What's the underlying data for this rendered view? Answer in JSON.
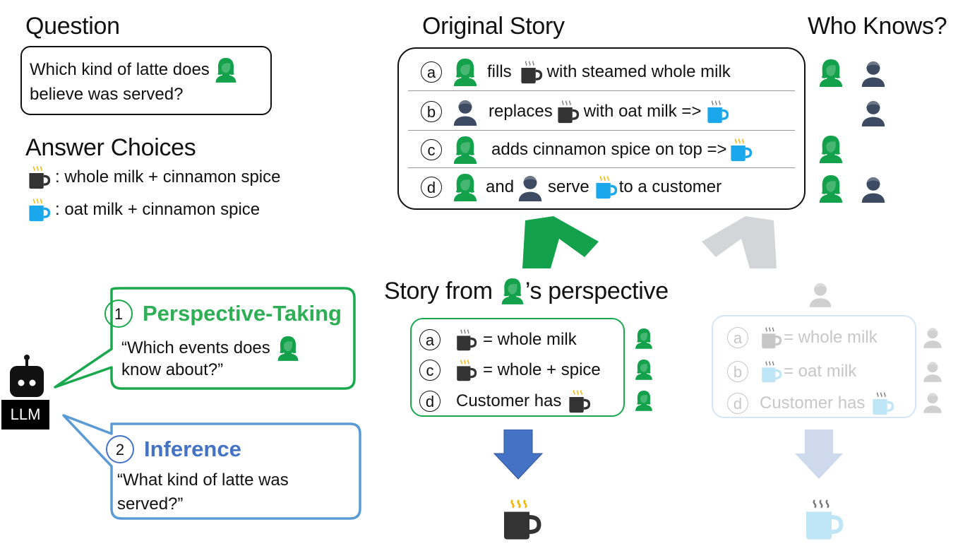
{
  "question": {
    "heading": "Question",
    "text_line1": "Which kind of latte does",
    "text_line2": "believe was served?"
  },
  "answers": {
    "heading": "Answer Choices",
    "choice_a": ": whole milk + cinnamon spice",
    "choice_b": ": oat milk + cinnamon spice"
  },
  "original_story": {
    "heading": "Original Story",
    "who_knows": "Who Knows?",
    "events": [
      {
        "label": "a",
        "w1": "fills",
        "w2": "with steamed whole milk"
      },
      {
        "label": "b",
        "w1": "replaces",
        "w2": "with oat milk =>"
      },
      {
        "label": "c",
        "w1": "adds cinnamon spice on top =>"
      },
      {
        "label": "d",
        "w1": "and",
        "w2": "serve",
        "w3": "to a customer"
      }
    ]
  },
  "perspective": {
    "heading_a": "Story from",
    "heading_b": "’s perspective",
    "events": [
      {
        "label": "a",
        "text": "= whole milk"
      },
      {
        "label": "c",
        "text": "= whole + spice"
      },
      {
        "label": "d",
        "text": "Customer has"
      }
    ]
  },
  "faded": {
    "events": [
      {
        "label": "a",
        "text": "= whole milk"
      },
      {
        "label": "b",
        "text": "= oat milk"
      },
      {
        "label": "d",
        "text": "Customer has"
      }
    ]
  },
  "llm": {
    "label": "LLM",
    "step1_num": "1",
    "step1_title": "Perspective-Taking",
    "step1_q_line1": "“Which events does",
    "step1_q_line2": "know about?”",
    "step2_num": "2",
    "step2_title": "Inference",
    "step2_q_line1": "“What kind of latte was",
    "step2_q_line2": "served?”"
  },
  "colors": {
    "green": "#13a24b",
    "green_box": "#1aa84f",
    "navy": "#3d4b62",
    "blue_box": "#5b9bd5",
    "blue_title": "#4472c4",
    "cup_dark": "#333333",
    "cup_blue": "#1aa7ec",
    "steam": "#f2b705",
    "faded": "#c7c7c7"
  },
  "icons": [
    "woman-icon",
    "man-icon",
    "dark-coffee-cup-icon",
    "blue-coffee-cup-icon",
    "robot-icon",
    "arrow-icon"
  ]
}
